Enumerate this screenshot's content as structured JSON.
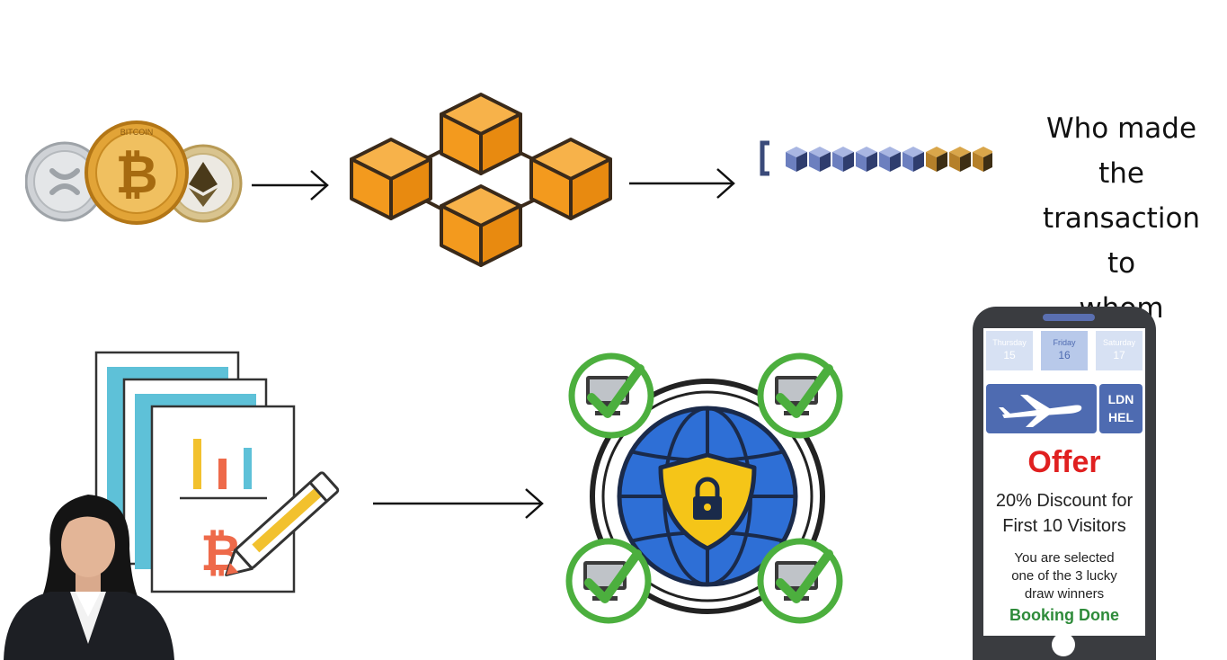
{
  "caption": {
    "line1": "Who made the",
    "line2": "transaction to",
    "line3": "whom"
  },
  "coins": {
    "bitcoin_text": "BITCOIN",
    "bitcoin_symbol": "₿"
  },
  "document": {
    "currency_symbol": "₿"
  },
  "phone": {
    "dates": [
      {
        "day": "Thursday",
        "num": "15"
      },
      {
        "day": "Friday",
        "num": "16"
      },
      {
        "day": "Saturday",
        "num": "17"
      }
    ],
    "route_from": "LDN",
    "route_to": "HEL",
    "offer_title": "Offer",
    "discount_line1": "20% Discount for",
    "discount_line2": "First 10 Visitors",
    "selected_line1": "You are selected",
    "selected_line2": "one of the 3 lucky",
    "selected_line3": "draw winners",
    "booking_status": "Booking Done"
  },
  "colors": {
    "cube_orange": "#f39a1e",
    "check_green": "#4caf3e",
    "globe_blue": "#2e6fd6",
    "shield_yellow": "#f5c518",
    "phone_blue": "#4e6bb1",
    "offer_red": "#e02020",
    "booking_green": "#2e8b3a"
  }
}
